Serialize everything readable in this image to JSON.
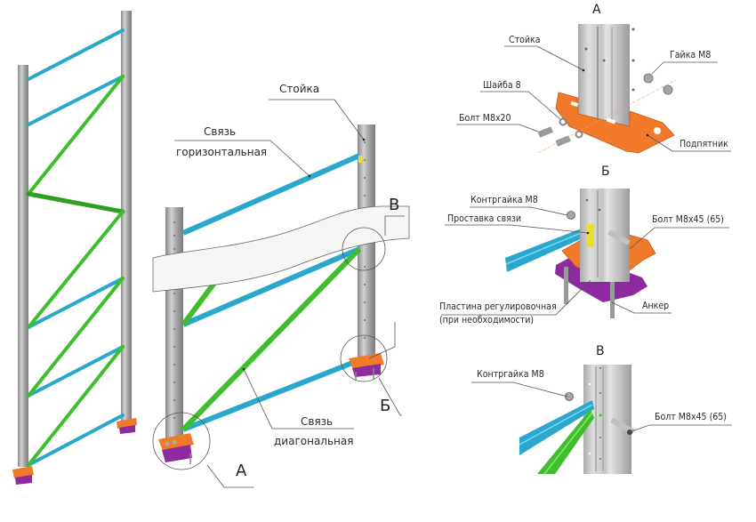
{
  "diagram": {
    "title": "Rack frame assembly diagram",
    "colors": {
      "upright": "#9c9c9c",
      "upright_light": "#c8c8c8",
      "horizontal_brace": "#2aa7cc",
      "diagonal_brace": "#3cbf2a",
      "base_plate": "#f07a2a",
      "shim_plate": "#8e2aa0",
      "spacer": "#e8e030"
    },
    "main_view": {
      "labels": {
        "upright": "Стойка",
        "horizontal_brace_line1": "Связь",
        "horizontal_brace_line2": "горизонтальная",
        "diagonal_brace_line1": "Связь",
        "diagonal_brace_line2": "диагональная"
      },
      "callouts": {
        "a": "А",
        "b": "Б",
        "v": "В"
      }
    },
    "detail_a": {
      "title": "А",
      "labels": {
        "upright": "Стойка",
        "nut": "Гайка М8",
        "washer": "Шайба 8",
        "bolt": "Болт М8х20",
        "base_plate": "Подпятник"
      }
    },
    "detail_b": {
      "title": "Б",
      "labels": {
        "lock_nut": "Контргайка М8",
        "brace_spacer": "Проставка связи",
        "bolt": "Болт М8х45 (65)",
        "shim_plate_line1": "Пластина регулировочная",
        "shim_plate_line2": "(при необходимости)",
        "anchor": "Анкер"
      }
    },
    "detail_v": {
      "title": "В",
      "labels": {
        "lock_nut": "Контргайка М8",
        "bolt": "Болт М8х45 (65)"
      }
    }
  }
}
